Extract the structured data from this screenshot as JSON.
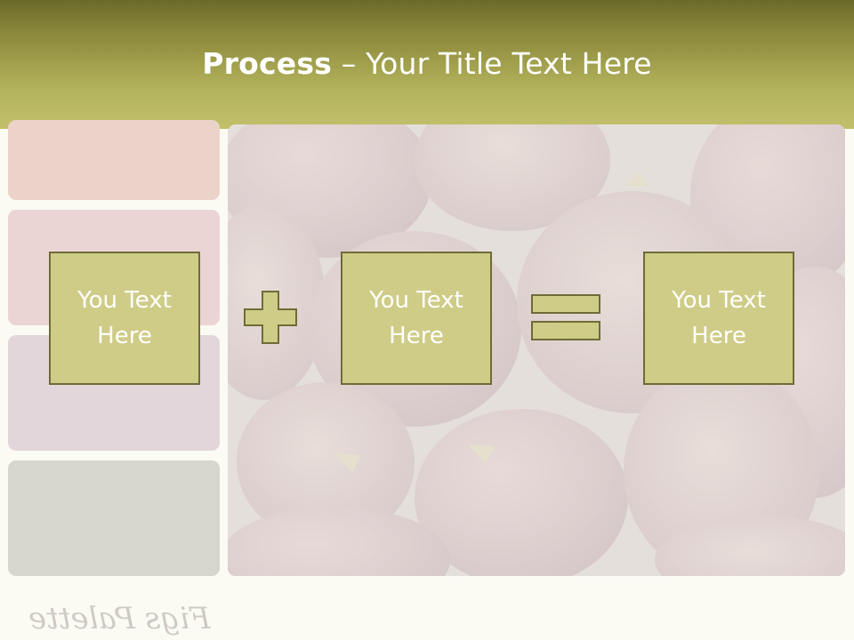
{
  "slide": {
    "title_bold": "Process",
    "title_rest": " – Your Title Text Here"
  },
  "boxes": [
    {
      "text": "You Text\nHere"
    },
    {
      "text": "You Text\nHere"
    },
    {
      "text": "You Text\nHere"
    }
  ],
  "operators": [
    "plus-icon",
    "equals-icon"
  ],
  "footer": {
    "watermark": "Figs Palette"
  },
  "colors": {
    "header": "#b4b35d",
    "box_fill": "#cfcc88",
    "box_border": "#6e6c36",
    "swatches": [
      "#ecd3c9",
      "#ebd5d4",
      "#e2d6da",
      "#d6d6cf"
    ]
  }
}
